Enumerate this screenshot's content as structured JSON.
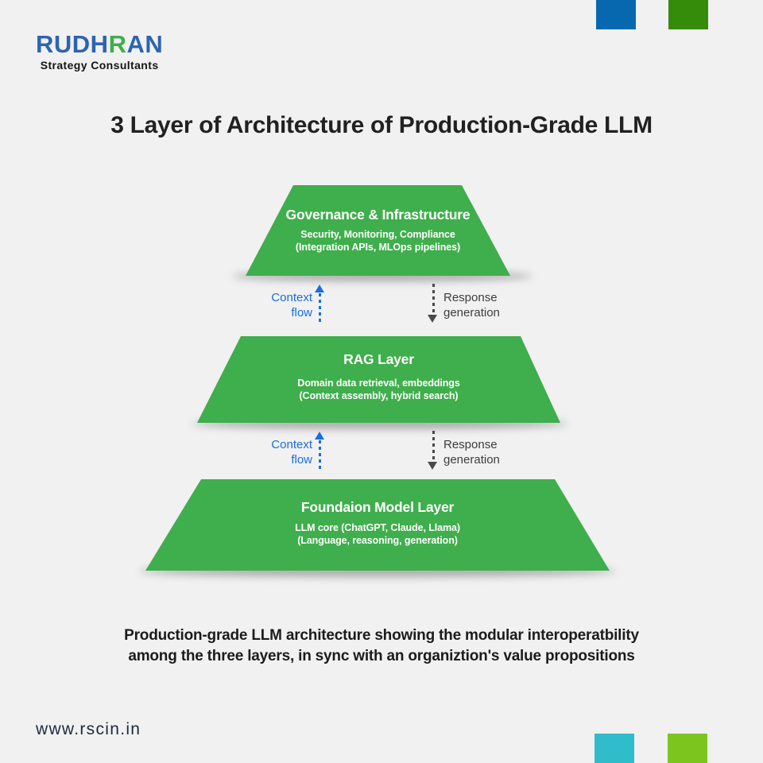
{
  "brand": {
    "logo_part1": "RUDH",
    "logo_part2": "R",
    "logo_part3": "AN",
    "tagline": "Strategy Consultants",
    "logo_blue": "#2D64B0",
    "logo_green": "#3FAE4C"
  },
  "title": "3 Layer of Architecture of Production-Grade LLM",
  "diagram": {
    "layer_color": "#3FAE4C",
    "layers": [
      {
        "title": "Governance & Infrastructure",
        "line1": "Security, Monitoring, Compliance",
        "line2": "(Integration APIs, MLOps pipelines)"
      },
      {
        "title": "RAG Layer",
        "line1": "Domain data retrieval, embeddings",
        "line2": "(Context assembly, hybrid search)"
      },
      {
        "title": "Foundaion Model Layer",
        "line1": "LLM core (ChatGPT, Claude, Llama)",
        "line2": "(Language, reasoning, generation)"
      }
    ],
    "flows": {
      "up_line1": "Context",
      "up_line2": "flow",
      "down_line1": "Response",
      "down_line2": "generation",
      "up_color": "#1A6EE0",
      "down_color": "#4A4A4A"
    }
  },
  "caption": {
    "line1": "Production-grade LLM architecture showing the modular interoperatbility",
    "line2": "among the three layers, in sync with an organiztion's value propositions"
  },
  "footer": {
    "website": "www.rscin.in"
  },
  "corner_squares": {
    "top_blue": "#0768B0",
    "top_green": "#348C0A",
    "bottom_teal": "#30BCC9",
    "bottom_green": "#7CC51E"
  }
}
